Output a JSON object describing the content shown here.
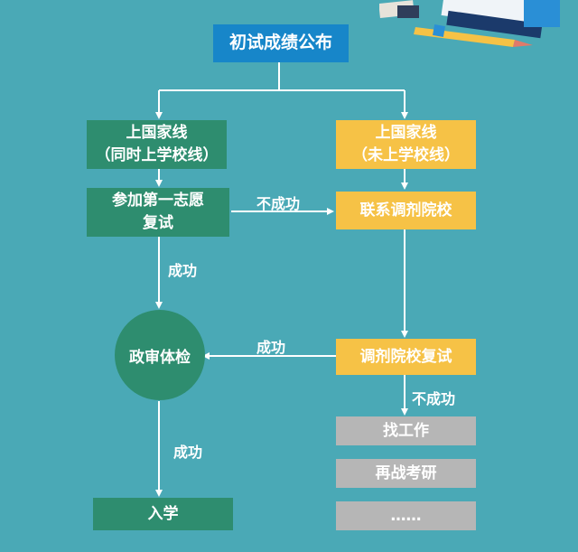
{
  "title": "初试成绩公布",
  "left_branch": {
    "line1": "上国家线",
    "line2": "（同时上学校线）"
  },
  "right_branch": {
    "line1": "上国家线",
    "line2": "（未上学校线）"
  },
  "first_choice": {
    "line1": "参加第一志愿",
    "line2": "复试"
  },
  "contact_adjust": "联系调剂院校",
  "adjust_retest": "调剂院校复试",
  "exam_check": "政审体检",
  "enroll": "入学",
  "find_job": "找工作",
  "retry_exam": "再战考研",
  "ellipsis": "……",
  "edge_labels": {
    "fail_to_contact": "不成功",
    "success_to_check": "成功",
    "adjust_success": "成功",
    "adjust_fail": "不成功",
    "check_success": "成功"
  },
  "colors": {
    "background": "#4aa9b6",
    "green": "#2e8d6f",
    "yellow": "#f6c246",
    "blue": "#1786c9",
    "gray": "#b6b6b6"
  },
  "decoration_icon": "books-and-pencil-illustration"
}
